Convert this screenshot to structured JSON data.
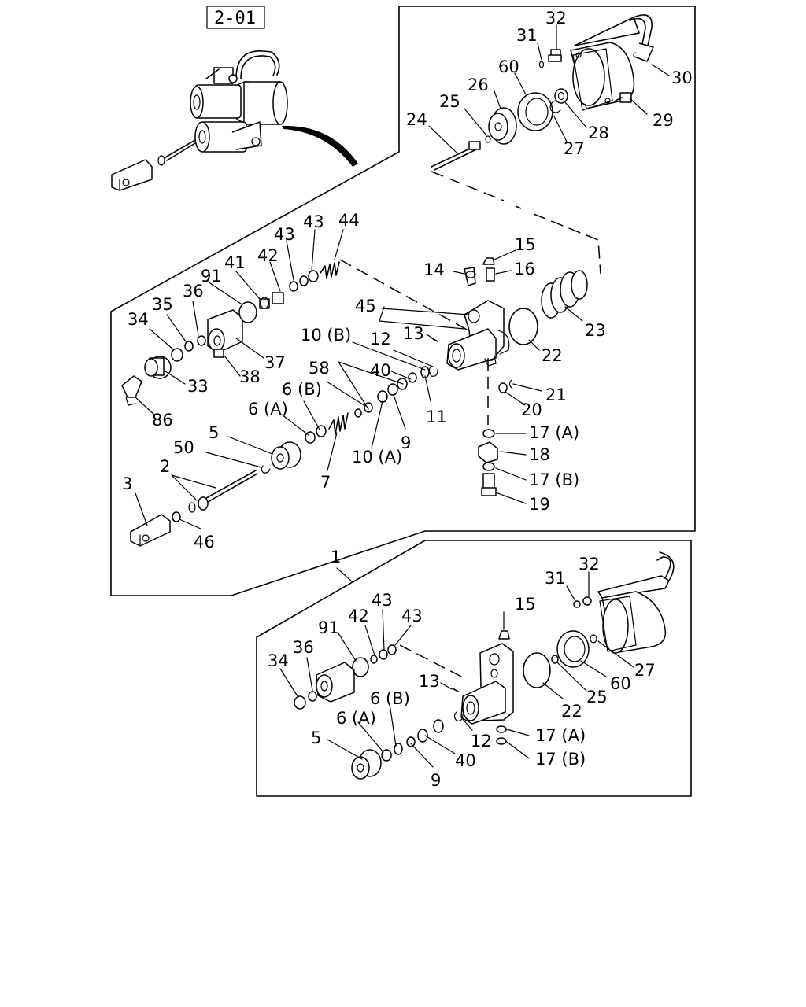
{
  "reference_box": "2-01",
  "labels": {
    "p32a": "32",
    "p31a": "31",
    "p60a": "60",
    "p30": "30",
    "p26": "26",
    "p25a": "25",
    "p24": "24",
    "p29": "29",
    "p28": "28",
    "p27a": "27",
    "p44": "44",
    "p43a": "43",
    "p43b": "43",
    "p42a": "42",
    "p41": "41",
    "p91a": "91",
    "p36a": "36",
    "p35": "35",
    "p34a": "34",
    "p37": "37",
    "p38": "38",
    "p33": "33",
    "p86": "86",
    "p15a": "15",
    "p14": "14",
    "p16": "16",
    "p45": "45",
    "p13a": "13",
    "p10b": "10 (B)",
    "p12a": "12",
    "p22a": "22",
    "p23": "23",
    "p58": "58",
    "p40a": "40",
    "p6b_a": "6 (B)",
    "p6a_a": "6 (A)",
    "p11": "11",
    "p21": "21",
    "p20": "20",
    "p9a": "9",
    "p10a": "10 (A)",
    "p5a": "5",
    "p50": "50",
    "p7": "7",
    "p2": "2",
    "p3": "3",
    "p46": "46",
    "p17a_a": "17 (A)",
    "p18": "18",
    "p17b_a": "17 (B)",
    "p19": "19",
    "p1": "1",
    "p32b": "32",
    "p31b": "31",
    "p15b": "15",
    "p43c": "43",
    "p43d": "43",
    "p42b": "42",
    "p91b": "91",
    "p36b": "36",
    "p34b": "34",
    "p13b": "13",
    "p27b": "27",
    "p60b": "60",
    "p25b": "25",
    "p22b": "22",
    "p6b_b": "6 (B)",
    "p6a_b": "6 (A)",
    "p12b": "12",
    "p17a_b": "17 (A)",
    "p5b": "5",
    "p40b": "40",
    "p17b_b": "17 (B)",
    "p9b": "9"
  },
  "colors": {
    "line": "#000000",
    "background": "#ffffff"
  }
}
